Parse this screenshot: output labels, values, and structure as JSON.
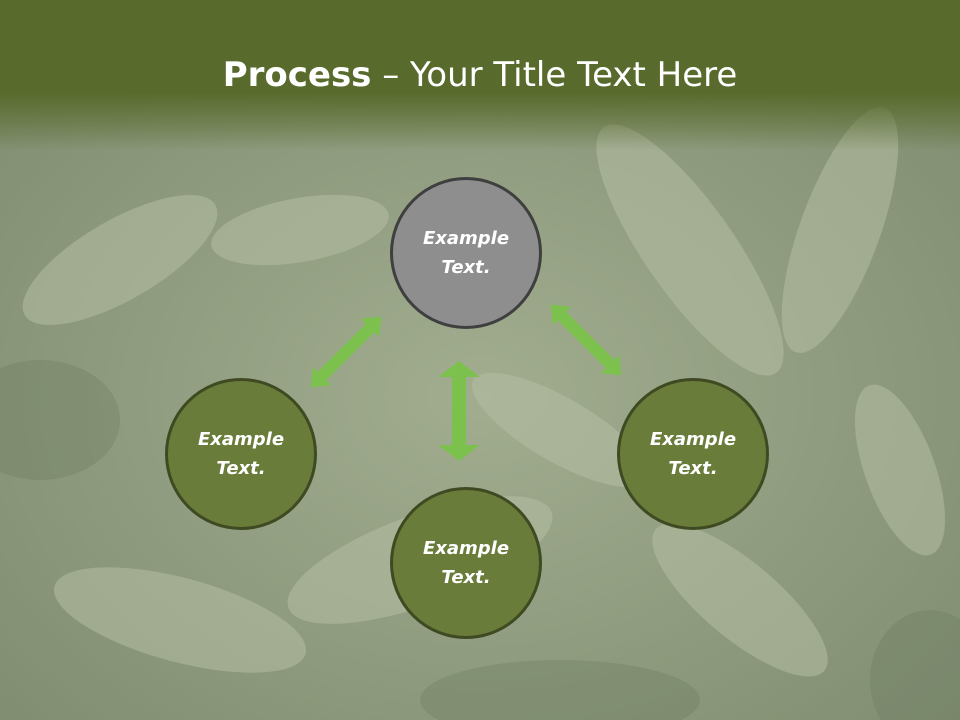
{
  "title": {
    "bold": "Process",
    "rest": " – Your Title Text Here"
  },
  "nodes": [
    {
      "line1": "Example",
      "line2": "Text."
    },
    {
      "line1": "Example",
      "line2": "Text."
    },
    {
      "line1": "Example",
      "line2": "Text."
    },
    {
      "line1": "Example",
      "line2": "Text."
    }
  ],
  "colors": {
    "title_bar": "#586a2c",
    "node_fill": "#6a7c3a",
    "node_top_fill": "#8e8e8e",
    "arrow": "#7cc04e"
  }
}
